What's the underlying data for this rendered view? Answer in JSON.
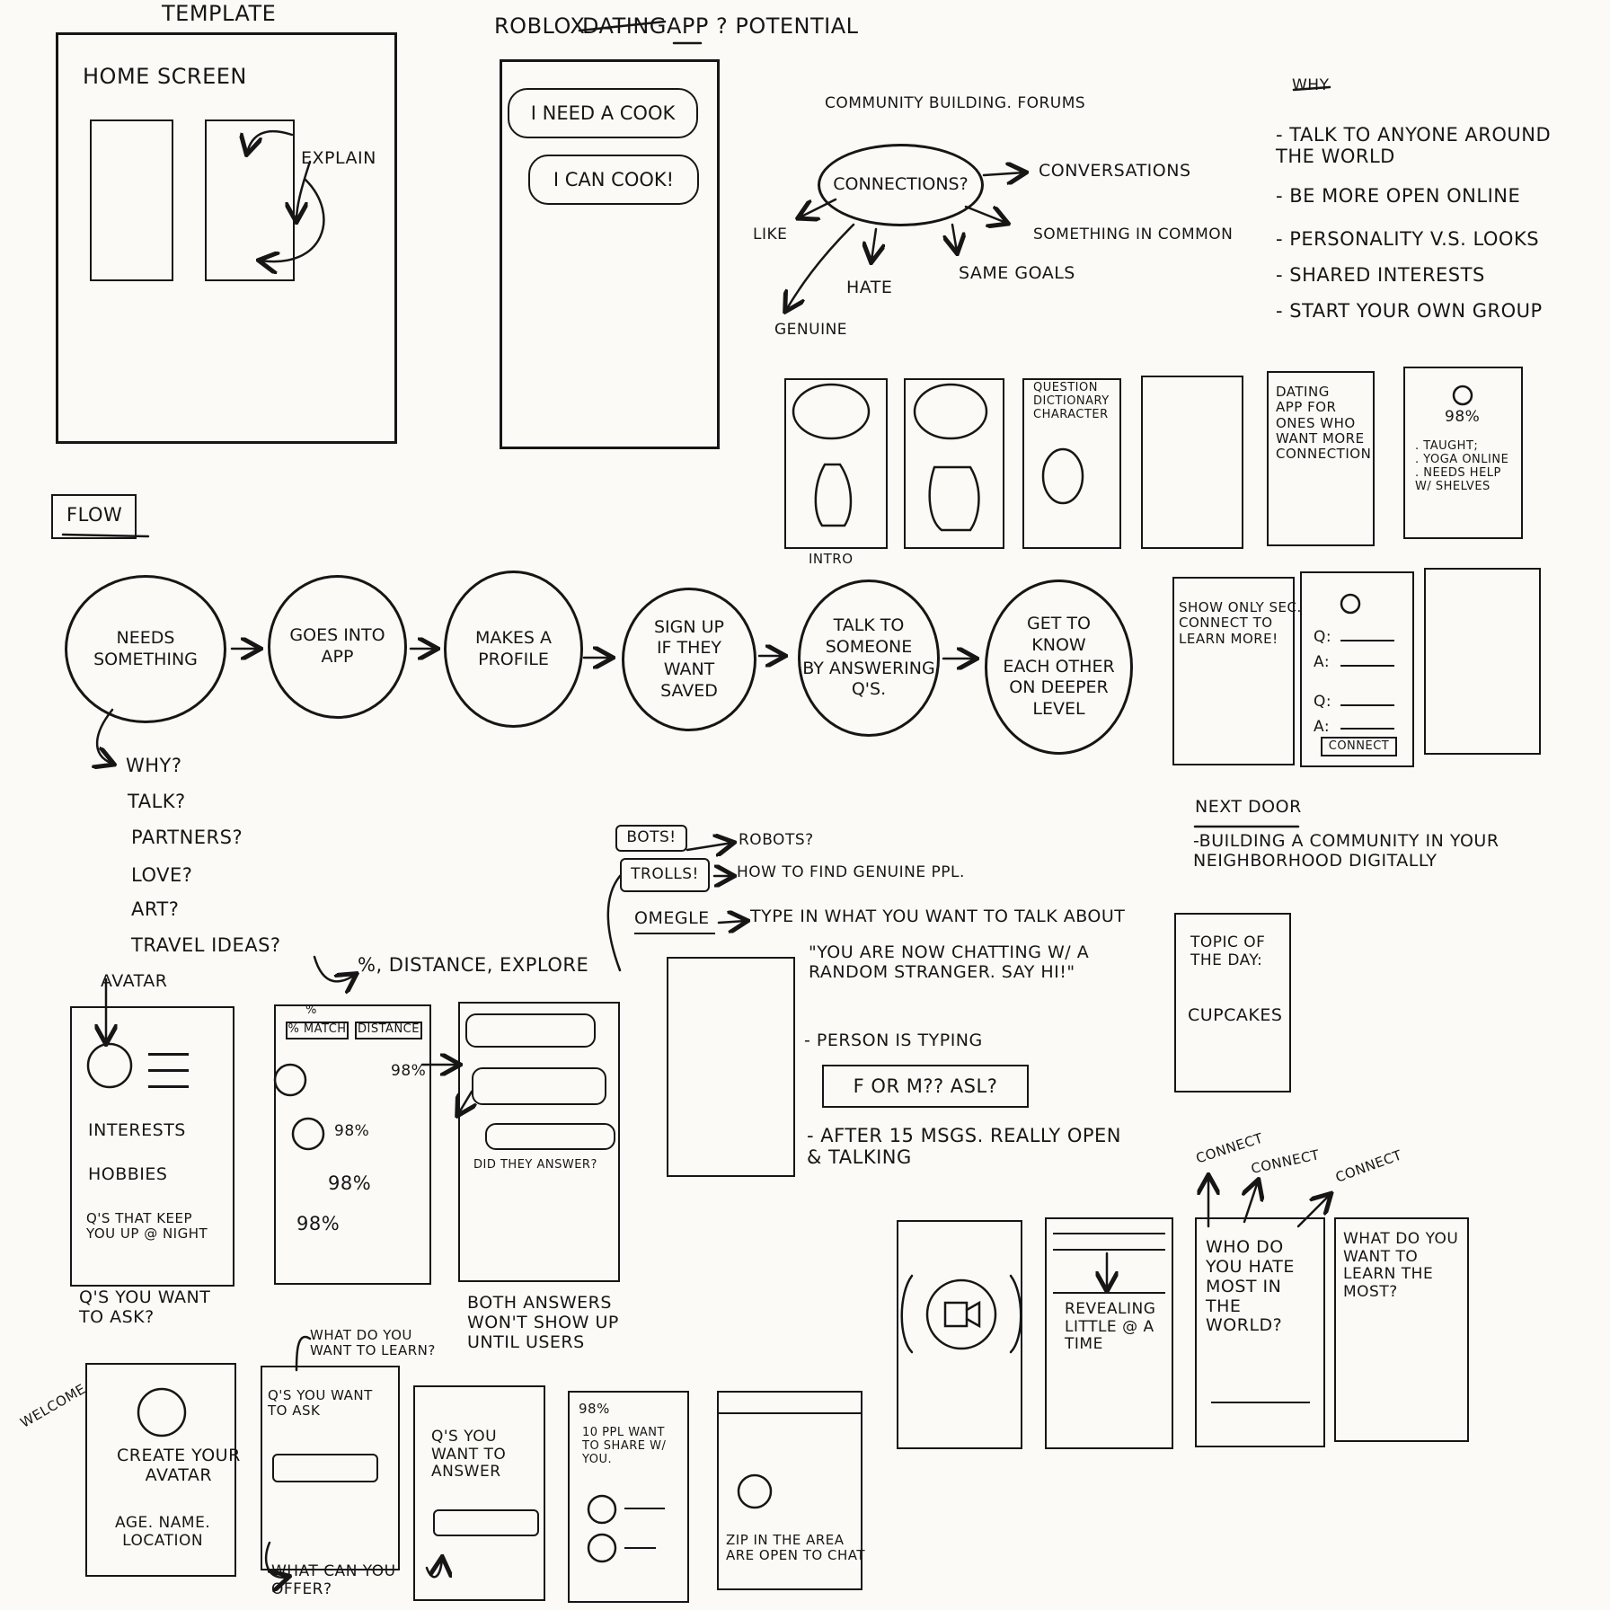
{
  "template": {
    "title": "Template",
    "home_screen": "Home Screen",
    "explain": "Explain"
  },
  "roblox": {
    "title_a": "Roblox",
    "title_struck": "Dating",
    "title_b": "App ? Potential",
    "bubble1": "I need a cook",
    "bubble2": "I can cook!"
  },
  "mindmap": {
    "heading": "Community building. Forums",
    "center": "Connections?",
    "conversations": "Conversations",
    "something_in_common": "Something in common",
    "like": "Like",
    "hate": "Hate",
    "same_goals": "Same goals",
    "genuine": "Genuine"
  },
  "why": {
    "heading": "Why",
    "items": [
      "- Talk to anyone around\nthe world",
      "- Be more open online",
      "- Personality v.s. looks",
      "- Shared interests",
      "- Start your own group"
    ]
  },
  "thumbs": {
    "intro": "Intro",
    "question": "Question\nDictionary\nCharacter",
    "dating": "Dating\napp for\nones who\nwant more\nconnection",
    "percent": "98%",
    "taught": ". Taught;\n. Yoga online\n. Needs help\nw/ shelves"
  },
  "flow": {
    "label": "Flow",
    "steps": [
      "Needs\nsomething",
      "Goes into\napp",
      "Makes a\nprofile",
      "Sign up\nif they\nwant\nsaved",
      "Talk to\nsomeone\nby answering\nQ's.",
      "Get to\nknow\neach other\non deeper\nlevel"
    ],
    "why_list": [
      "Why?",
      "Talk?",
      "Partners?",
      "Love?",
      "Art?",
      "Travel ideas?"
    ]
  },
  "right_screens": {
    "show_only": "Show only sec.\nConnect to\nlearn more!",
    "q": "Q:",
    "a": "A:",
    "connect_btn": "Connect"
  },
  "bots": {
    "bots": "Bots!",
    "robots": "Robots?",
    "trolls": "Trolls!",
    "find": "How to find genuine ppl.",
    "omegle": "Omegle",
    "omegle_note": "Type in what you want to talk about",
    "quote": "\"You are now chatting w/ a\nrandom stranger. Say hi!\"",
    "typing": "- Person is typing",
    "asl": "F or M?? ASL?",
    "after": "- After 15 msgs. really open\n& talking"
  },
  "nextdoor": {
    "heading": "Next door",
    "desc": "-Building a community in your\nneighborhood digitally",
    "topic": "Topic of\nthe day:",
    "cupcakes": "Cupcakes"
  },
  "lower": {
    "avatar": "Avatar",
    "interests": "Interests",
    "hobbies": "Hobbies",
    "qs_match": "Q's that keep\nyou up @ night",
    "pct_label": "%",
    "pct_distance": "%, distance, explore",
    "tab1": "% match",
    "tab2": "Distance",
    "p1": "98%",
    "p2": "98%",
    "p3": "98%",
    "p4": "98%",
    "did_they": "Did they answer?",
    "both": "Both answers\nwon't show up\nuntil users",
    "qs_ask": "Q's you want\nto ask?"
  },
  "bottom": {
    "welcome": "Welcome",
    "create": "Create your\navatar",
    "age": "Age. name.\nlocation",
    "learn": "What do you\nwant to learn?",
    "qs_ask": "Q's you want\nto ask",
    "offer": "What can you\noffer?",
    "qs_answer": "Q's you\nwant to\nanswer",
    "pct": "98%",
    "ppl": "10 ppl want\nto share w/\nyou.",
    "zip": "Zip in the area\nare open to chat"
  },
  "connect_screens": {
    "revealing": "Revealing\nlittle @ a\ntime",
    "who_hate": "Who do\nyou hate\nmost in\nthe\nworld?",
    "what_learn": "What do you\nwant to\nlearn the\nmost?",
    "connect": "Connect"
  }
}
